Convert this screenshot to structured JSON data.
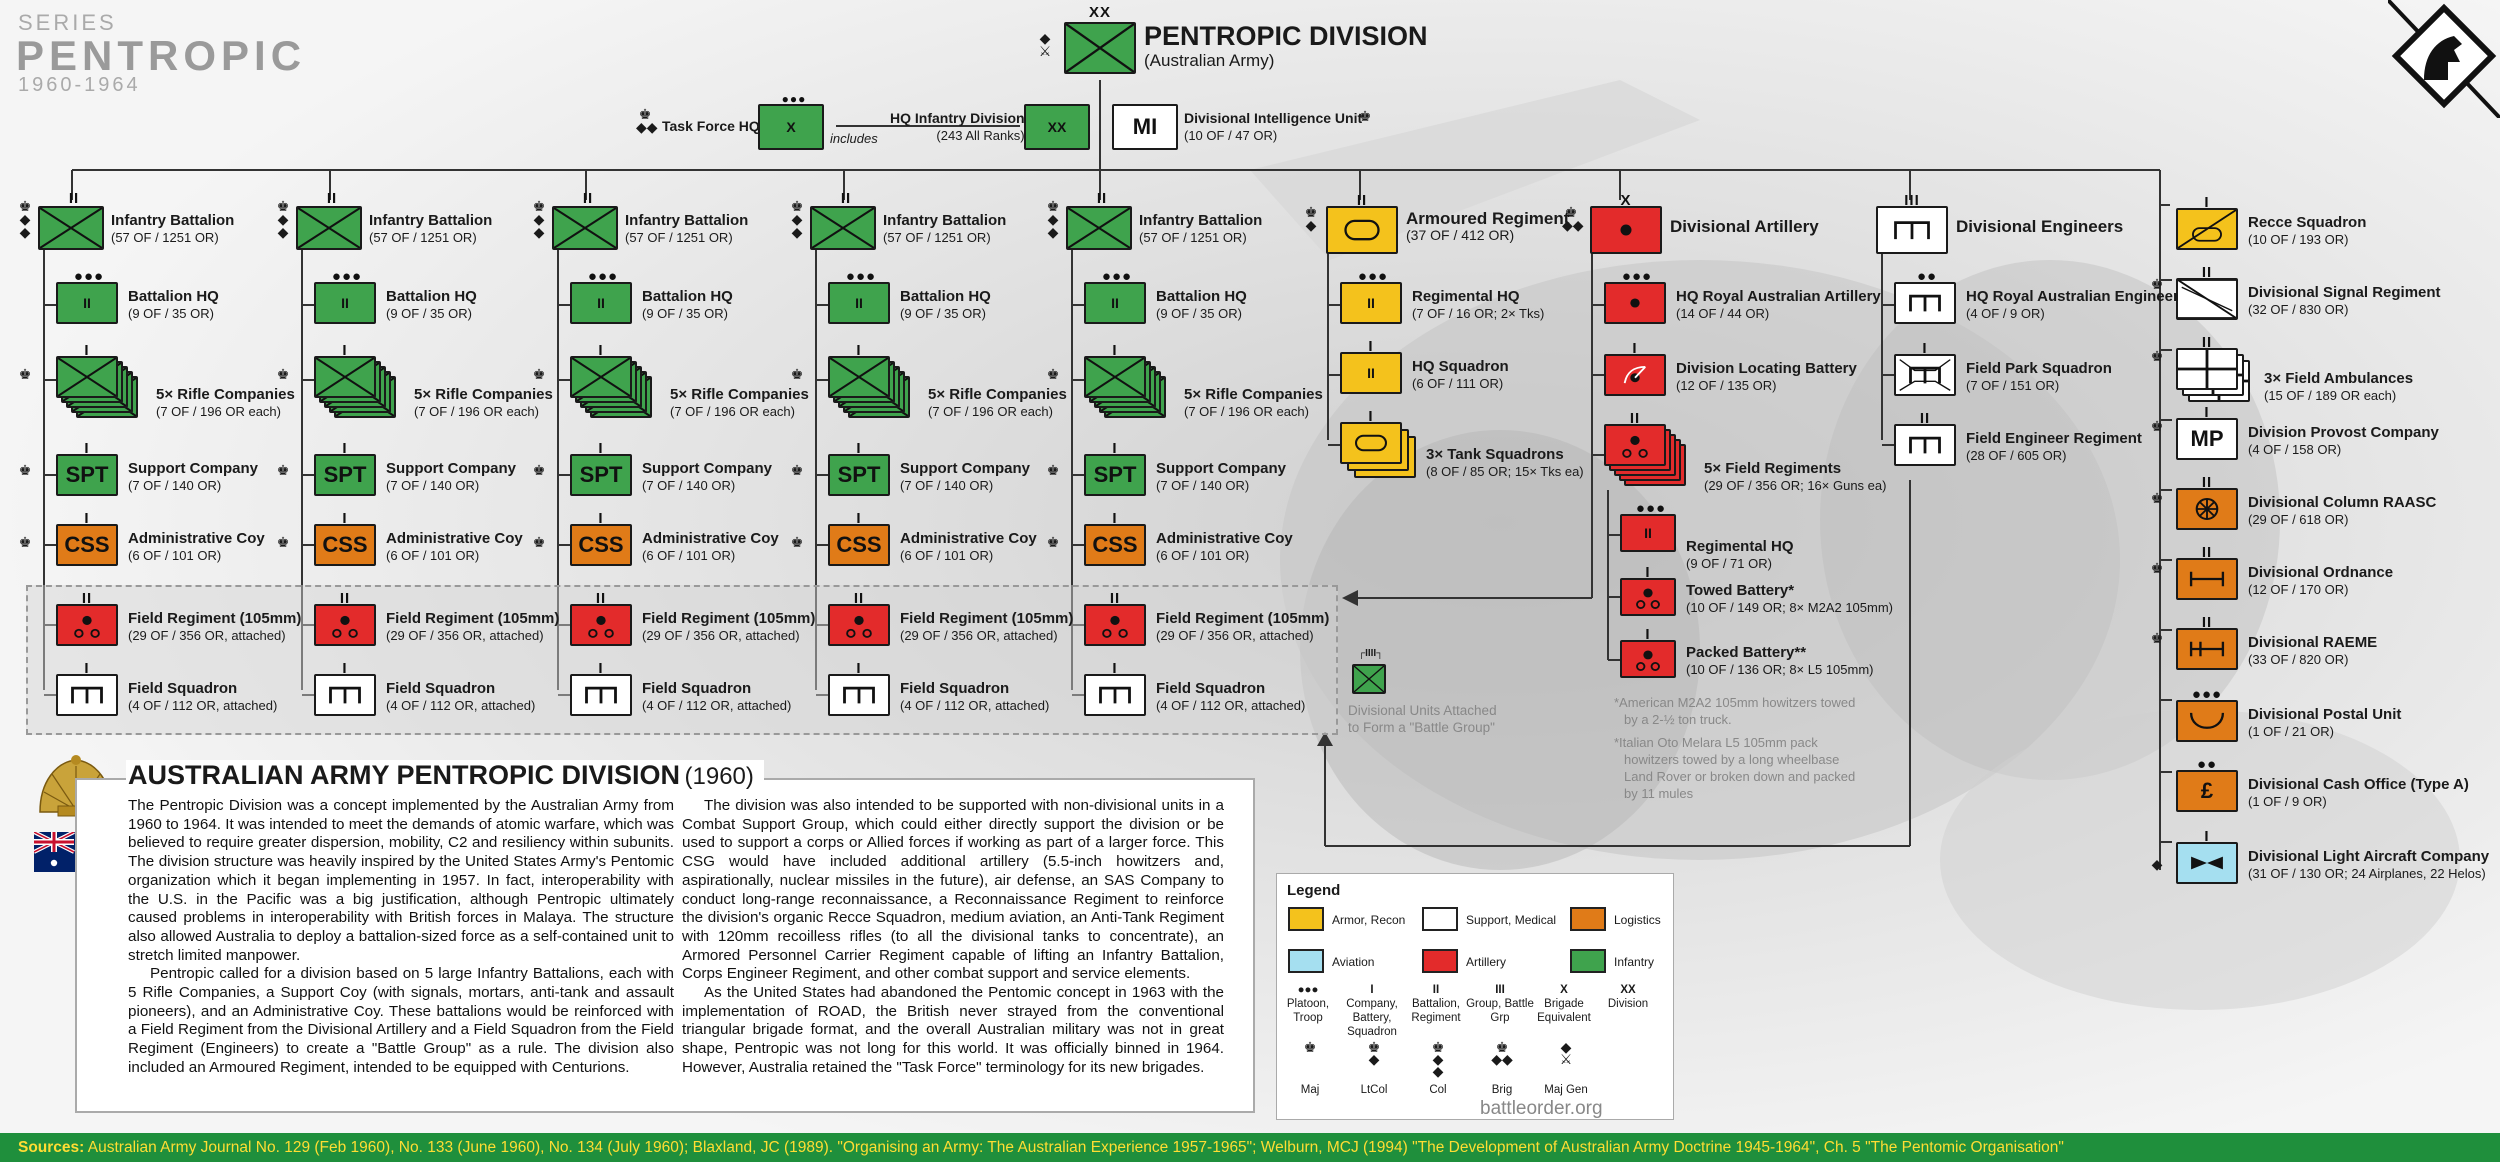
{
  "series": {
    "label": "SERIES",
    "name": "PENTROPIC",
    "years": "1960-1964"
  },
  "division": {
    "title": "PENTROPIC DIVISION",
    "subtitle": "(Australian Army)",
    "echelon": "XX"
  },
  "hq_row": {
    "task_force": {
      "name": "Task Force HQ",
      "echelon": "●●●",
      "sym": "X"
    },
    "includes": "includes",
    "hq_inf": {
      "name": "HQ Infantry Division",
      "strength": "(243 All Ranks)",
      "sym": "XX"
    },
    "mi": {
      "name": "Divisional Intelligence Unit",
      "strength": "(10 OF / 47 OR)",
      "sym": "MI"
    }
  },
  "battalion": {
    "name": "Infantry Battalion",
    "strength": "(57 OF / 1251 OR)",
    "echelon": "II",
    "units": [
      {
        "name": "Battalion HQ",
        "strength": "(9 OF / 35 OR)",
        "echelon": "●●●",
        "sym": "II"
      },
      {
        "name": "5× Rifle Companies",
        "strength": "(7 OF / 196 OR each)",
        "echelon": "I"
      },
      {
        "name": "Support Company",
        "strength": "(7 OF / 140 OR)",
        "echelon": "I",
        "sym": "SPT"
      },
      {
        "name": "Administrative Coy",
        "strength": "(6 OF / 101 OR)",
        "echelon": "I",
        "sym": "CSS"
      },
      {
        "name": "Field Regiment (105mm)",
        "strength": "(29 OF / 356 OR, attached)",
        "echelon": "II"
      },
      {
        "name": "Field Squadron",
        "strength": "(4 OF / 112 OR, attached)",
        "echelon": "I"
      }
    ]
  },
  "armoured": {
    "name": "Armoured Regiment",
    "strength": "(37 OF / 412 OR)",
    "echelon": "II",
    "units": [
      {
        "name": "Regimental HQ",
        "strength": "(7 OF / 16 OR; 2× Tks)",
        "echelon": "●●●",
        "sym": "II"
      },
      {
        "name": "HQ Squadron",
        "strength": "(6 OF / 111 OR)",
        "echelon": "I",
        "sym": "II"
      },
      {
        "name": "3× Tank Squadrons",
        "strength": "(8 OF / 85 OR; 15× Tks ea)",
        "echelon": "I"
      }
    ]
  },
  "artillery": {
    "name": "Divisional Artillery",
    "echelon": "X",
    "units": [
      {
        "name": "HQ Royal Australian Artillery",
        "strength": "(14 OF / 44 OR)",
        "echelon": "●●●"
      },
      {
        "name": "Division Locating Battery",
        "strength": "(12 OF / 135 OR)",
        "echelon": "I"
      },
      {
        "name": "5× Field Regiments",
        "strength": "(29 OF / 356 OR; 16× Guns ea)",
        "echelon": "II"
      },
      {
        "name": "Regimental HQ",
        "strength": "(9 OF / 71 OR)",
        "echelon": "●●●",
        "sym": "II"
      },
      {
        "name": "Towed Battery*",
        "strength": "(10 OF / 149 OR; 8× M2A2 105mm)",
        "echelon": "I"
      },
      {
        "name": "Packed Battery**",
        "strength": "(10 OF / 136 OR; 8× L5 105mm)",
        "echelon": "I"
      }
    ],
    "notes": [
      "*American M2A2 105mm howitzers towed",
      "by a 2-½ ton truck.",
      "*Italian Oto Melara L5 105mm pack",
      "howitzers towed by a long wheelbase",
      "Land Rover or broken down and packed",
      "by 11 mules"
    ]
  },
  "engineers": {
    "name": "Divisional Engineers",
    "echelon": "III",
    "units": [
      {
        "name": "HQ Royal Australian Engineers",
        "strength": "(4 OF / 9 OR)",
        "echelon": "●●"
      },
      {
        "name": "Field Park Squadron",
        "strength": "(7 OF / 151 OR)",
        "echelon": "I"
      },
      {
        "name": "Field Engineer Regiment",
        "strength": "(28 OF / 605 OR)",
        "echelon": "II"
      }
    ]
  },
  "divtroops": [
    {
      "name": "Recce Squadron",
      "strength": "(10 OF / 193 OR)",
      "echelon": "I"
    },
    {
      "name": "Divisional Signal Regiment",
      "strength": "(32 OF / 830 OR)",
      "echelon": "II"
    },
    {
      "name": "3× Field Ambulances",
      "strength": "(15 OF / 189 OR each)",
      "echelon": "II"
    },
    {
      "name": "Division Provost Company",
      "strength": "(4 OF / 158 OR)",
      "echelon": "I",
      "sym": "MP"
    },
    {
      "name": "Divisional Column RAASC",
      "strength": "(29 OF / 618 OR)",
      "echelon": "II"
    },
    {
      "name": "Divisional Ordnance",
      "strength": "(12 OF / 170 OR)",
      "echelon": "II"
    },
    {
      "name": "Divisional RAEME",
      "strength": "(33 OF / 820 OR)",
      "echelon": "II"
    },
    {
      "name": "Divisional Postal Unit",
      "strength": "(1 OF / 21 OR)",
      "echelon": "●●●"
    },
    {
      "name": "Divisional Cash Office (Type A)",
      "strength": "(1 OF / 9 OR)",
      "echelon": "●●"
    },
    {
      "name": "Divisional Light Aircraft Company",
      "strength": "(31 OF / 130 OR; 24 Airplanes, 22 Helos)",
      "echelon": "I"
    }
  ],
  "battle_group_note": [
    "Divisional Units Attached",
    "to Form a \"Battle Group\""
  ],
  "article": {
    "title": "AUSTRALIAN ARMY PENTROPIC DIVISION",
    "year": "(1960)",
    "col1": [
      "The Pentropic Division was a concept implemented by the Australian Army from 1960 to 1964. It was intended to meet the demands of atomic warfare, which was believed to require greater dispersion, mobility, C2 and resiliency within subunits. The division structure was heavily inspired by the United States Army's Pentomic organization which it began implementing in 1957. In fact, interoperability with the U.S. in the Pacific was a big justification, although Pentropic ultimately caused problems in interoperability with British forces in Malaya. The structure also allowed Australia to deploy a battalion-sized force as a self-contained unit to stretch limited manpower.",
      "Pentropic called for a division based on 5 large Infantry Battalions, each with 5 Rifle Companies, a Support Coy (with signals, mortars, anti-tank and assault pioneers), and an Administrative Coy. These battalions would be reinforced with a Field Regiment from the Divisional Artillery and a Field Squadron from the Field Regiment (Engineers) to create a \"Battle Group\" as a rule. The division also included an Armoured Regiment, intended to be equipped with Centurions."
    ],
    "col2": [
      "The division was also intended to be supported with non-divisional units in a Combat Support Group, which could either directly support the division or be used to support a corps or Allied forces if working as part of a larger force. This CSG would have included additional artillery (5.5-inch howitzers and, aspirationally, nuclear missiles in the future), air defense, an SAS Company to conduct long-range reconnaissance, a Reconnaissance Regiment to reinforce the division's organic Recce Squadron, medium aviation, an Anti-Tank Regiment with 120mm recoilless rifles (to all the divisional tanks to concentrate), an Armored Personnel Carrier Regiment capable of lifting an Infantry Battalion, Corps Engineer Regiment, and other combat support and service elements.",
      "As the United States had abandoned the Pentomic concept in 1963 with the implementation of ROAD, the British never strayed from the conventional triangular brigade format, and the overall Australian military was not in great shape, Pentropic was not long for this world. It was officially binned in 1964. However, Australia retained the \"Task Force\" terminology for its new brigades."
    ]
  },
  "legend": {
    "title": "Legend",
    "colors": [
      {
        "label": "Armor, Recon",
        "color": "#f4c21c"
      },
      {
        "label": "Support, Medical",
        "color": "#ffffff"
      },
      {
        "label": "Logistics",
        "color": "#e07b18"
      },
      {
        "label": "Aviation",
        "color": "#a5dff0"
      },
      {
        "label": "Artillery",
        "color": "#e32b2b"
      },
      {
        "label": "Infantry",
        "color": "#3fa34d"
      }
    ],
    "sizes": [
      {
        "mark": "●●●",
        "label": "Platoon, Troop"
      },
      {
        "mark": "I",
        "label": "Company, Battery, Squadron"
      },
      {
        "mark": "II",
        "label": "Battalion, Regiment"
      },
      {
        "mark": "III",
        "label": "Group, Battle Grp"
      },
      {
        "mark": "X",
        "label": "Brigade Equivalent"
      },
      {
        "mark": "XX",
        "label": "Division"
      }
    ],
    "ranks": [
      "Maj",
      "LtCol",
      "Col",
      "Brig",
      "Maj Gen"
    ]
  },
  "credit": "battleorder.org",
  "sources": {
    "label": "Sources:",
    "text": "Australian Army Journal No. 129 (Feb 1960), No. 133 (June 1960), No. 134 (July 1960); Blaxland, JC (1989). \"Organising an Army: The Australian Experience 1957-1965\"; Welburn, MCJ (1994) \"The Development of Australian Army Doctrine 1945-1964\", Ch. 5 \"The Pentomic Organisation\""
  },
  "colors": {
    "infantry": "#3fa34d",
    "armor": "#f4c21c",
    "artillery": "#e32b2b",
    "logistics": "#e07b18",
    "support": "#ffffff",
    "aviation": "#a5dff0",
    "footer": "#1f8f3c",
    "footer_text": "#ffdd33"
  }
}
